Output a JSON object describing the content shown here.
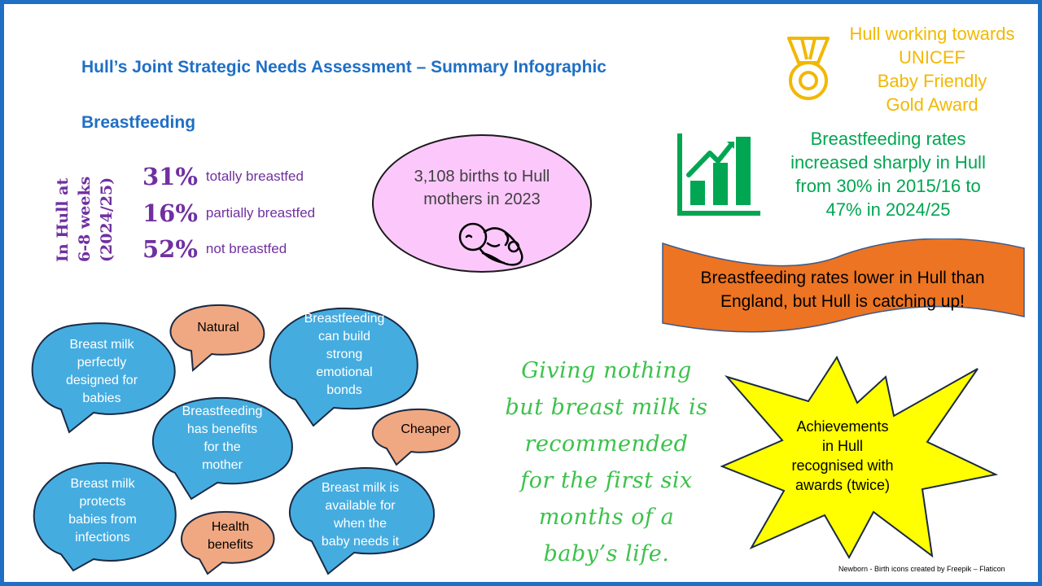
{
  "header": {
    "title": "Hull’s Joint Strategic Needs Assessment – Summary Infographic",
    "section": "Breastfeeding"
  },
  "stats_panel": {
    "vertical_label": [
      "In Hull at",
      "6-8 weeks",
      "(2024/25)"
    ],
    "stats": [
      {
        "value": "31%",
        "label": "totally breastfed"
      },
      {
        "value": "16%",
        "label": "partially breastfed"
      },
      {
        "value": "52%",
        "label": "not breastfed"
      }
    ]
  },
  "births": {
    "line1": "3,108 births to Hull",
    "line2": "mothers in 2023",
    "icon": "newborn-icon"
  },
  "unicef": {
    "lines": [
      "Hull working towards",
      "UNICEF",
      "Baby Friendly",
      "Gold Award"
    ],
    "icon": "medal-icon"
  },
  "rates": {
    "lines": [
      "Breastfeeding rates",
      "increased sharply in Hull",
      "from 30% in 2015/16 to",
      "47% in 2024/25"
    ],
    "icon": "growth-chart-icon"
  },
  "banner": {
    "lines": [
      "Breastfeeding rates lower in Hull than",
      "England, but Hull is catching up!"
    ]
  },
  "bubbles": [
    {
      "lines": [
        "Breast milk",
        "perfectly",
        "designed for",
        "babies"
      ]
    },
    {
      "lines": [
        "Natural"
      ]
    },
    {
      "lines": [
        "Breastfeeding",
        "can build",
        "strong",
        "emotional",
        "bonds"
      ]
    },
    {
      "lines": [
        "Breastfeeding",
        "has benefits",
        "for the",
        "mother"
      ]
    },
    {
      "lines": [
        "Cheaper"
      ]
    },
    {
      "lines": [
        "Breast milk",
        "protects",
        "babies from",
        "infections"
      ]
    },
    {
      "lines": [
        "Health",
        "benefits"
      ]
    },
    {
      "lines": [
        "Breast milk is",
        "available for",
        "when the",
        "baby needs it"
      ]
    }
  ],
  "quote": {
    "lines": [
      "Giving nothing",
      "but breast milk is",
      "recommended",
      "for the first six",
      "months of a",
      "baby’s life."
    ]
  },
  "star": {
    "lines": [
      "Achievements",
      "in Hull",
      "recognised with",
      "awards (twice)"
    ]
  },
  "credit": "Newborn - Birth icons created by Freepik – Flaticon",
  "colors": {
    "heading_blue": "#1f6fc5",
    "purple": "#7030a0",
    "bubble_blue": "#45ace0",
    "bubble_orange": "#f0a882",
    "pink": "#fcc8fc",
    "gold": "#f2b800",
    "green": "#00a651",
    "banner_orange": "#ed7422",
    "star_yellow": "#ffff00",
    "quote_green": "#3cc24b"
  }
}
